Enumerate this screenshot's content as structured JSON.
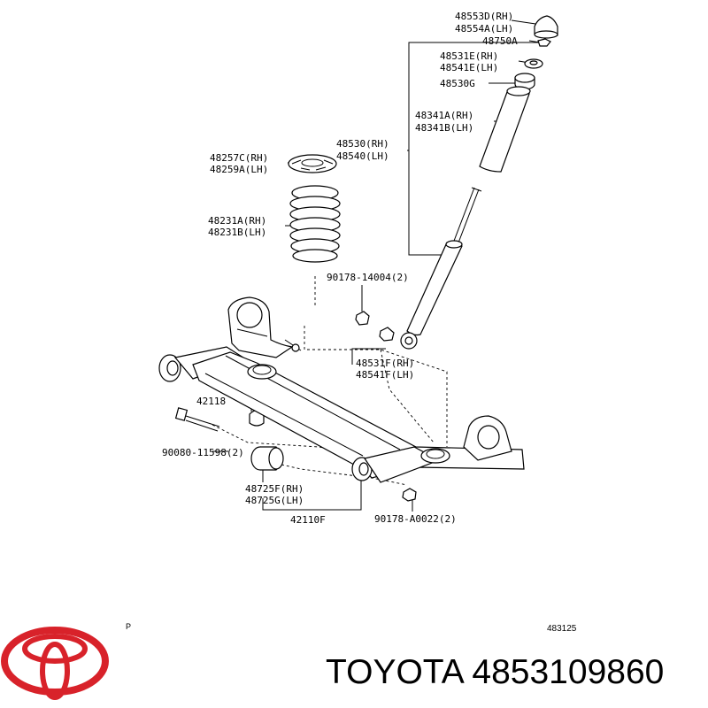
{
  "diagram": {
    "labels": {
      "l_48553D": "48553D(RH)",
      "l_48554A": "48554A(LH)",
      "l_48750A": "48750A",
      "l_48531E": "48531E(RH)",
      "l_48541E": "48541E(LH)",
      "l_48530G": "48530G",
      "l_48341A": "48341A(RH)",
      "l_48341B": "48341B(LH)",
      "l_48530": "48530(RH)",
      "l_48540": "48540(LH)",
      "l_48257C": "48257C(RH)",
      "l_48259A": "48259A(LH)",
      "l_48231A": "48231A(RH)",
      "l_48231B": "48231B(LH)",
      "l_90178_14004": "90178-14004(2)",
      "l_48531F": "48531F(RH)",
      "l_48541F": "48541F(LH)",
      "l_42118": "42118",
      "l_90080": "90080-11598(2)",
      "l_48725F": "48725F(RH)",
      "l_48725G": "48725G(LH)",
      "l_42110F": "42110F",
      "l_90178_A0022": "90178-A0022(2)"
    },
    "p_mark": "P",
    "page_code": "483125"
  },
  "footer": {
    "brand_text": "TOYOTA 4853109860"
  },
  "colors": {
    "logo": "#d8222a",
    "ink": "#000000"
  }
}
